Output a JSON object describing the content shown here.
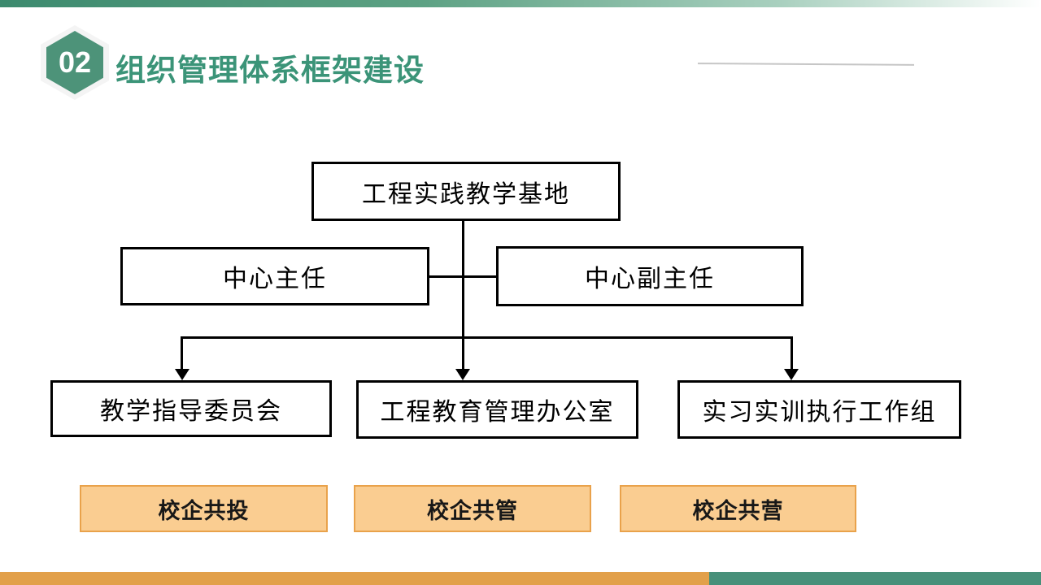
{
  "slide": {
    "header": {
      "badge_number": "02",
      "title": "组织管理体系框架建设"
    },
    "org_chart": {
      "root": "工程实践教学基地",
      "level2_left": "中心主任",
      "level2_right": "中心副主任",
      "level3": [
        "教学指导委员会",
        "工程教育管理办公室",
        "实习实训执行工作组"
      ]
    },
    "tags": [
      "校企共投",
      "校企共管",
      "校企共营"
    ],
    "colors": {
      "theme_green": "#47907a",
      "title_green": "#3b9478",
      "badge_green": "#4d9379",
      "accent_orange": "#e2a04a",
      "tag_fill": "#facd91",
      "tag_border": "#e9a24b",
      "connector_black": "#000000"
    }
  }
}
